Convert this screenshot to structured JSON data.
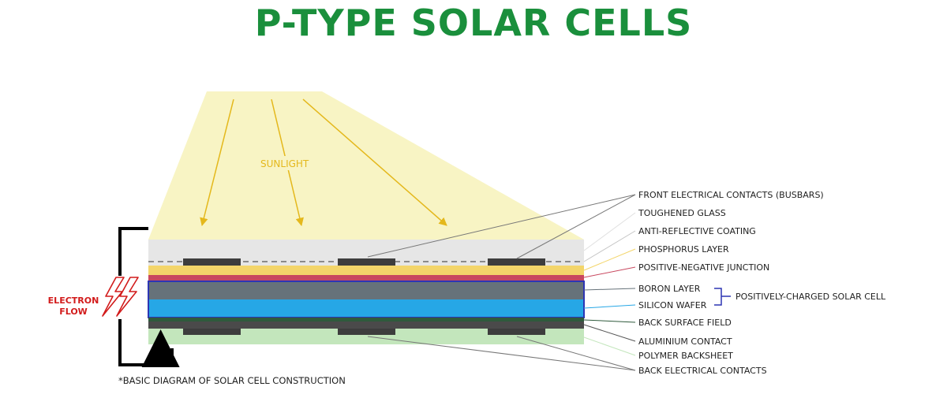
{
  "title": "P-TYPE SOLAR CELLS",
  "sunlight_label": "SUNLIGHT",
  "electron_flow": [
    "ELECTRON",
    "FLOW"
  ],
  "labels": {
    "front_contacts": "FRONT ELECTRICAL CONTACTS (BUSBARS)",
    "toughened_glass": "TOUGHENED GLASS",
    "anti_reflective": "ANTI-REFLECTIVE COATING",
    "phosphorus": "PHOSPHORUS LAYER",
    "pn_junction": "POSITIVE-NEGATIVE JUNCTION",
    "boron": "BORON LAYER",
    "silicon": "SILICON WAFER",
    "positively_charged": "POSITIVELY-CHARGED SOLAR CELL",
    "back_surface_field": "BACK SURFACE FIELD",
    "aluminium": "ALUMINIUM CONTACT",
    "polymer": "POLYMER BACKSHEET",
    "back_contacts": "BACK ELECTRICAL CONTACTS"
  },
  "footnote": "*BASIC DIAGRAM OF SOLAR CELL CONSTRUCTION",
  "colors": {
    "title": "#1a8f3c",
    "sunlight_fill": "#f8f4c4",
    "sun_arrow": "#e4b81c",
    "glass": "#e6e6e6",
    "contact": "#3d3d3d",
    "phosphorus": "#f3d56a",
    "junction": "#c8485f",
    "boron": "#66727a",
    "silicon": "#26a7e6",
    "highlight_border": "#2d35b4",
    "back_field": "#2f5a3c",
    "aluminium": "#4a4a4a",
    "polymer": "#c3e6bc",
    "electron": "#d21b1b"
  }
}
